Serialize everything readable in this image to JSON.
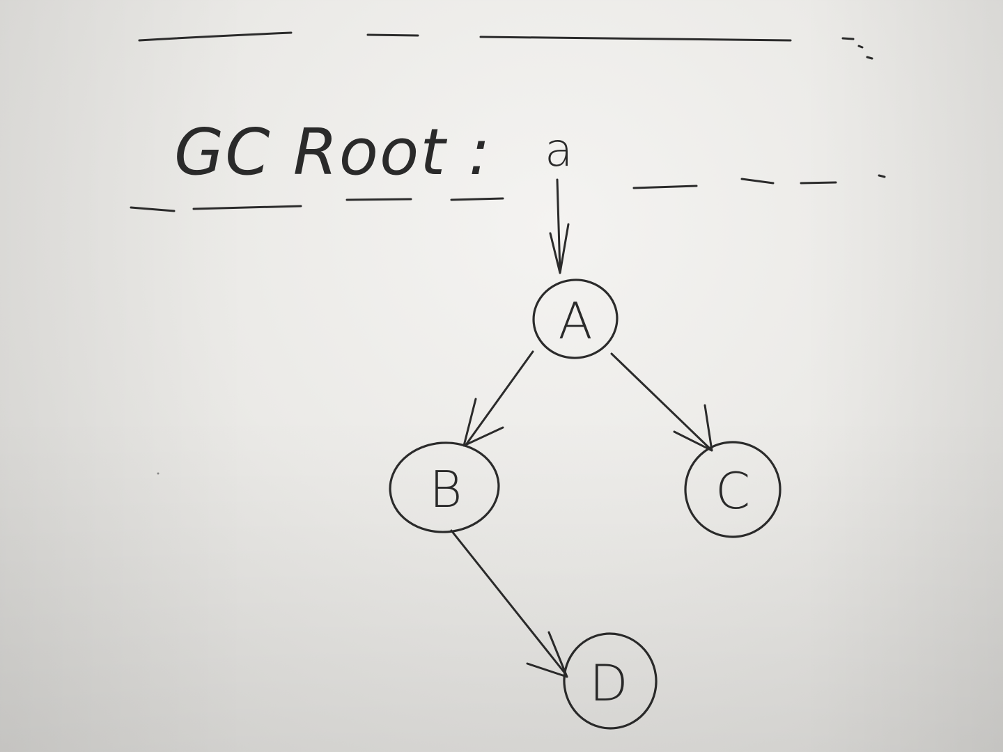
{
  "title": "GC Root :",
  "root_variable": "a",
  "nodes": [
    {
      "id": "A",
      "label": "A"
    },
    {
      "id": "B",
      "label": "B"
    },
    {
      "id": "C",
      "label": "C"
    },
    {
      "id": "D",
      "label": "D"
    }
  ],
  "edges": [
    {
      "from": "a",
      "to": "A"
    },
    {
      "from": "A",
      "to": "B"
    },
    {
      "from": "A",
      "to": "C"
    },
    {
      "from": "B",
      "to": "D"
    }
  ],
  "colors": {
    "ink": "#2b2b2b",
    "paper": "#eceae7"
  }
}
